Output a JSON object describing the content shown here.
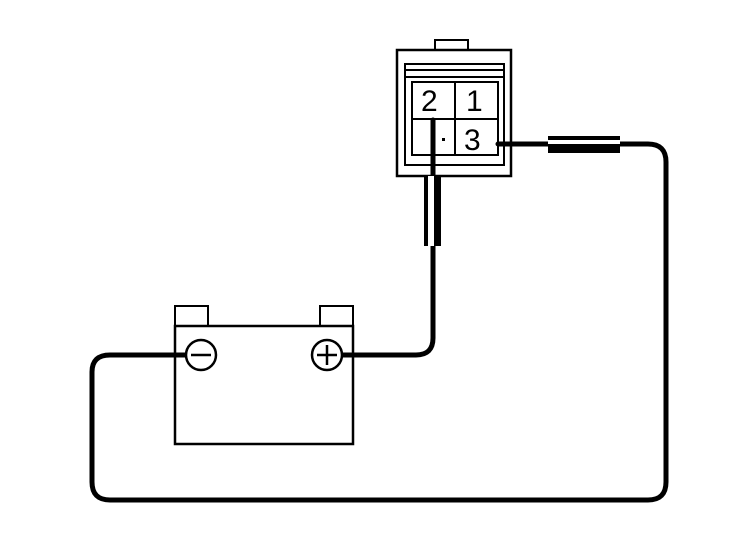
{
  "diagram": {
    "connector": {
      "pins": [
        {
          "label": "2"
        },
        {
          "label": "1"
        },
        {
          "label": "3"
        }
      ]
    },
    "battery": {
      "negative_terminal": "negative",
      "positive_terminal": "positive"
    },
    "colors": {
      "line": "#000000",
      "background": "#ffffff"
    }
  }
}
